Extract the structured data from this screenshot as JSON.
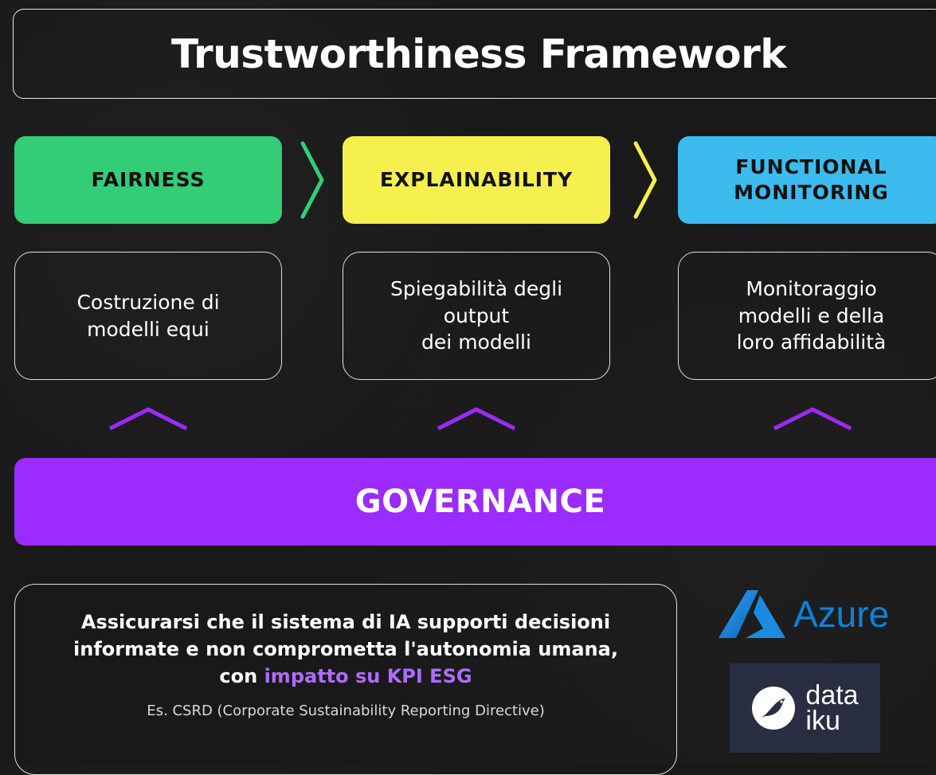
{
  "title": "Trustworthiness Framework",
  "pillars": [
    {
      "label": "FAIRNESS",
      "color": "#33cc77",
      "description": "Costruzione di\nmodelli equi"
    },
    {
      "label": "EXPLAINABILITY",
      "color": "#f5f04d",
      "description": "Spiegabilità degli\noutput\ndei modelli"
    },
    {
      "label": "FUNCTIONAL\nMONITORING",
      "color": "#3cbbee",
      "description": "Monitoraggio\nmodelli e della\nloro affidabilità"
    }
  ],
  "chevron_colors": [
    "#33cc77",
    "#f5f04d"
  ],
  "caret_color": "#9b2bff",
  "governance": {
    "label": "GOVERNANCE",
    "color": "#9b2bff"
  },
  "info": {
    "line1": "Assicurarsi che il sistema di IA supporti decisioni",
    "line2": "informate e non comprometta l'autonomia umana,",
    "line3_prefix": "con ",
    "line3_highlight": "impatto su KPI ESG",
    "example": "Es. CSRD (Corporate Sustainability Reporting Directive)"
  },
  "logos": {
    "azure": "Azure",
    "dataiku_line1": "data",
    "dataiku_line2": "iku",
    "azure_icon": "azure-logo-icon",
    "dataiku_icon": "dataiku-bird-icon"
  }
}
